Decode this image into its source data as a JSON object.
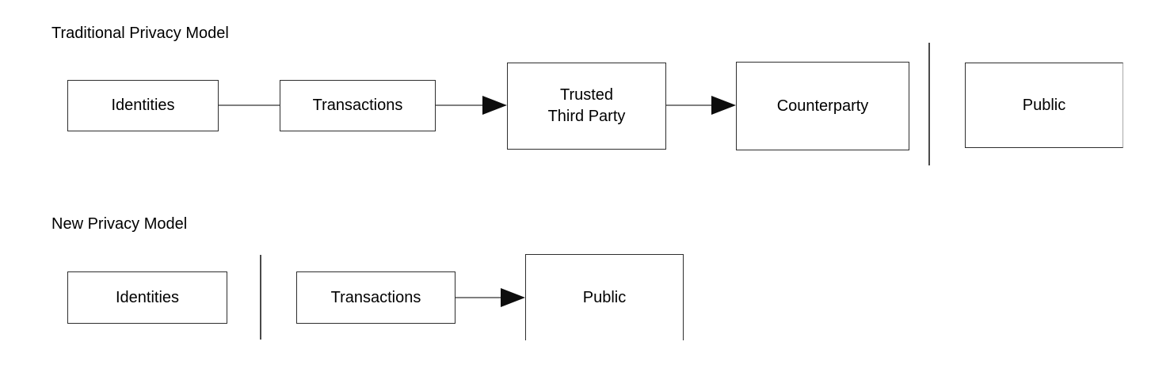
{
  "diagram": {
    "description": "Privacy model comparison flow diagram",
    "colors": {
      "background": "#ffffff",
      "box_border": "#2e2e2e",
      "connector_line": "#7f7f7f",
      "arrowhead": "#0d0d0d",
      "divider_line": "#4a4a4a",
      "text": "#000000"
    },
    "sections": [
      {
        "title": "Traditional Privacy Model",
        "nodes": [
          {
            "label": "Identities"
          },
          {
            "label": "Transactions"
          },
          {
            "label": "Trusted\nThird Party"
          },
          {
            "label": "Counterparty"
          },
          {
            "label": "Public"
          }
        ]
      },
      {
        "title": "New Privacy Model",
        "nodes": [
          {
            "label": "Identities"
          },
          {
            "label": "Transactions"
          },
          {
            "label": "Public"
          }
        ]
      }
    ]
  }
}
